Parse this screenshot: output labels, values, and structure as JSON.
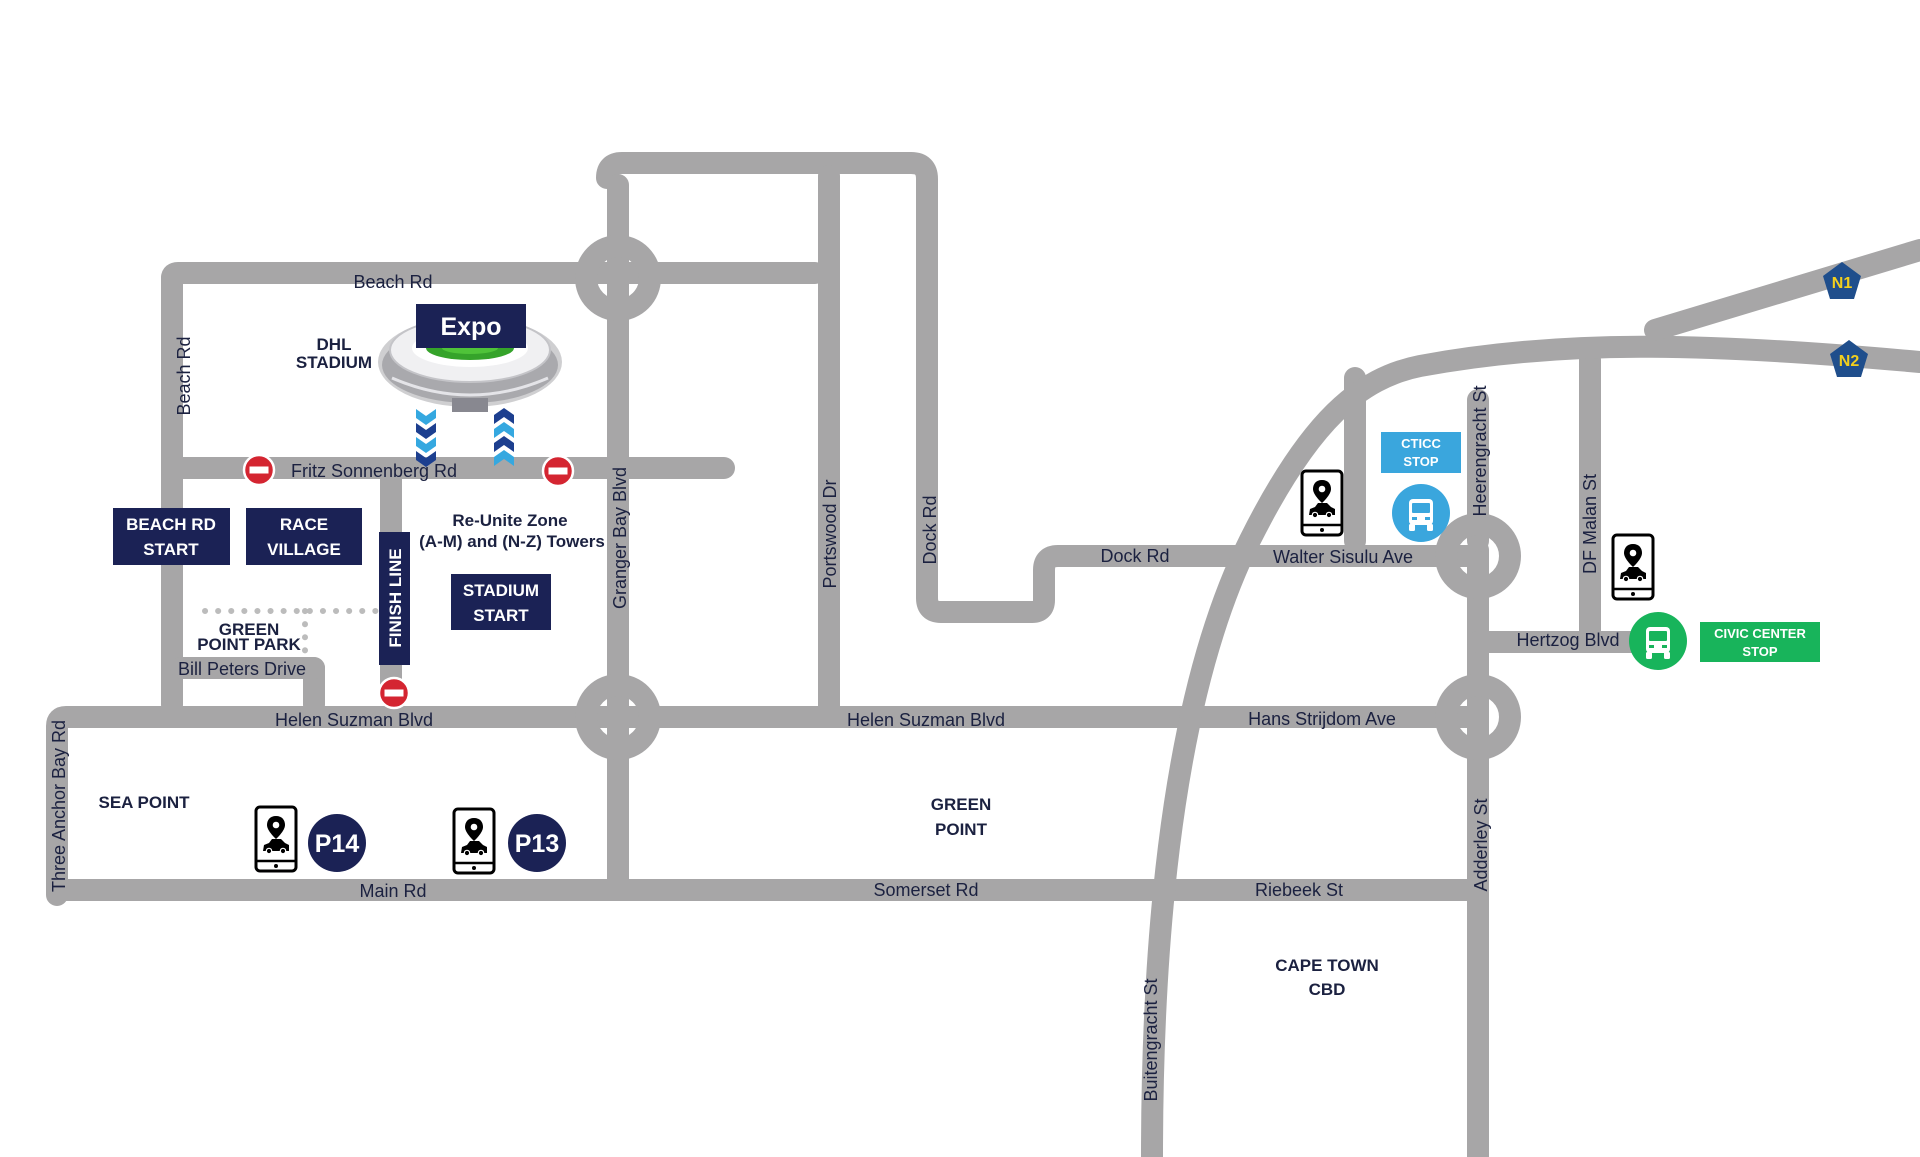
{
  "colors": {
    "road": "#a7a6a7",
    "navy": "#1b2255",
    "label": "#1b2140",
    "no_entry": "#d42531",
    "cticc_blue": "#3aa6dd",
    "civic_green": "#18b45b",
    "highway_shield": "#1f4e8c",
    "highway_text": "#f2cf1d",
    "arrow_dark": "#1d3f8f",
    "arrow_light": "#35a8e0"
  },
  "streets": {
    "beach_rd_top": "Beach Rd",
    "beach_rd_left": "Beach Rd",
    "fritz": "Fritz Sonnenberg Rd",
    "granger": "Granger Bay Blvd",
    "portswood": "Portswood Dr",
    "dock_rd_vertical": "Dock Rd",
    "dock_rd": "Dock Rd",
    "walter": "Walter Sisulu Ave",
    "heerengracht": "Heerengracht St",
    "df_malan": "DF Malan St",
    "hertzog": "Hertzog Blvd",
    "bill_peters": "Bill Peters Drive",
    "helen_1": "Helen Suzman Blvd",
    "helen_2": "Helen Suzman Blvd",
    "hans": "Hans Strijdom Ave",
    "three_anchor": "Three Anchor Bay Rd",
    "main_rd": "Main Rd",
    "somerset": "Somerset Rd",
    "riebeek": "Riebeek St",
    "adderley": "Adderley St",
    "buitengracht": "Buitengracht St"
  },
  "labels": {
    "expo": "Expo",
    "dhl_line1": "DHL",
    "dhl_line2": "STADIUM",
    "reunite_line1": "Re-Unite Zone",
    "reunite_line2": "(A-M) and (N-Z) Towers",
    "beach_start_line1": "BEACH RD",
    "beach_start_line2": "START",
    "race_village_line1": "RACE",
    "race_village_line2": "VILLAGE",
    "stadium_start_line1": "STADIUM",
    "stadium_start_line2": "START",
    "finish_line": "FINISH LINE",
    "green_point_park_line1": "GREEN",
    "green_point_park_line2": "POINT PARK",
    "sea_point": "SEA POINT",
    "green_point_line1": "GREEN",
    "green_point_line2": "POINT",
    "cbd_line1": "CAPE TOWN",
    "cbd_line2": "CBD",
    "cticc_line1": "CTICC",
    "cticc_line2": "STOP",
    "civic_line1": "CIVIC CENTER",
    "civic_line2": "STOP",
    "p14": "P14",
    "p13": "P13",
    "n1": "N1",
    "n2": "N2"
  },
  "icons": {
    "parking_phone": "phone-map-pin-car-icon",
    "bus": "bus-icon",
    "no_entry": "no-entry-icon",
    "highway": "highway-shield-icon",
    "stadium": "stadium-icon",
    "arrows": "chevron-arrows-icon"
  }
}
